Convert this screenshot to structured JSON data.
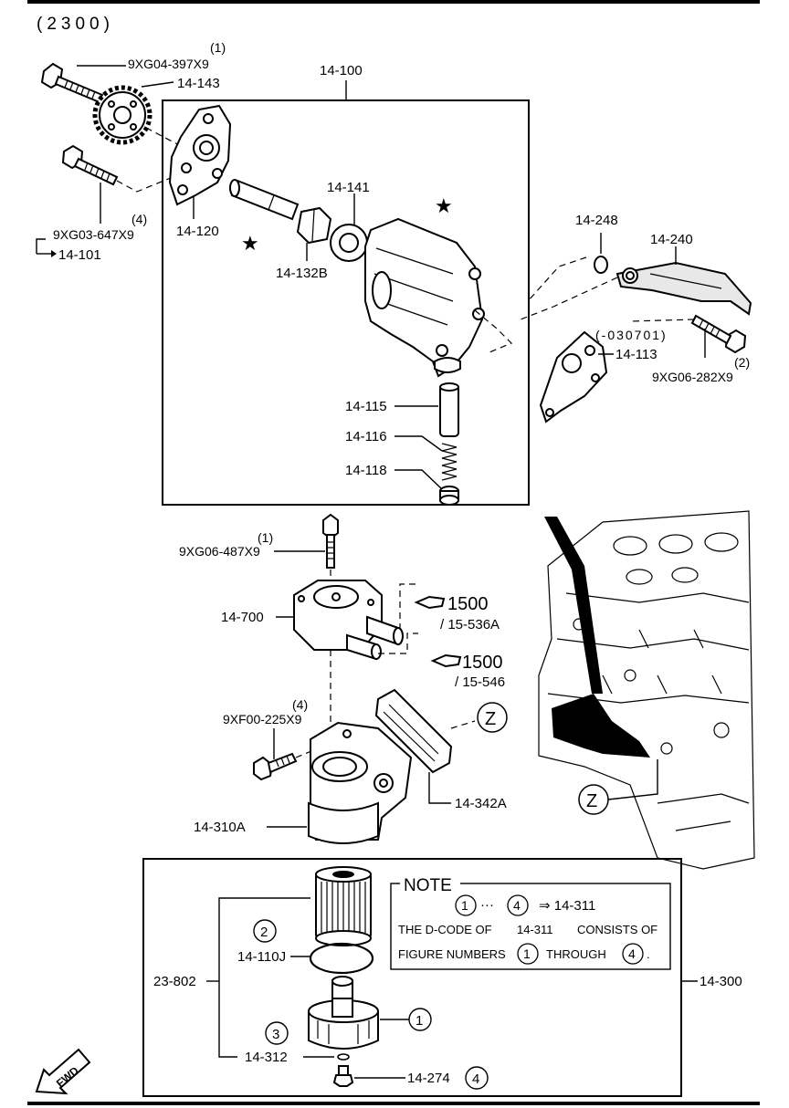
{
  "header": {
    "code": "(2300)"
  },
  "labels": {
    "bolt_top": "9XG04-397X9",
    "bolt_top_qty": "(1)",
    "sprocket": "14-143",
    "pump_assy": "14-100",
    "pump_body": "14-141",
    "cover": "14-120",
    "shaft": "14-132B",
    "bolt_left": "9XG03-647X9",
    "bolt_left_qty": "(4)",
    "ref_101": "14-101",
    "ring": "14-248",
    "arm": "14-240",
    "gasket_date": "(-030701)",
    "gasket": "14-113",
    "bolt_right_qty": "(2)",
    "bolt_right": "9XG06-282X9",
    "plunger": "14-115",
    "spring": "14-116",
    "plug": "14-118",
    "bolt_cooler_qty": "(1)",
    "bolt_cooler": "9XG06-487X9",
    "cooler": "14-700",
    "hose1_num": "1500",
    "hose1_ref": "/ 15-536A",
    "hose2_num": "1500",
    "hose2_ref": "/ 15-546",
    "bolt_bracket_qty": "(4)",
    "bolt_bracket": "9XF00-225X9",
    "z_ref": "Z",
    "gasket_bracket": "14-342A",
    "filter_body": "14-310A",
    "kit": "23-802",
    "element": "14-110J",
    "oring": "14-312",
    "drain_plug": "14-274",
    "filter_assy": "14-300",
    "circle_1": "1",
    "circle_2": "2",
    "circle_3": "3",
    "circle_4": "4",
    "fwd": "FWD"
  },
  "note": {
    "title": "NOTE",
    "range_sep": "···",
    "arrow_ref": "⇒ 14-311",
    "line1_a": "THE D-CODE OF",
    "line1_b": "14-311",
    "line1_c": "CONSISTS OF",
    "line2_a": "FIGURE NUMBERS",
    "line2_b": "THROUGH",
    "line2_c": "."
  }
}
